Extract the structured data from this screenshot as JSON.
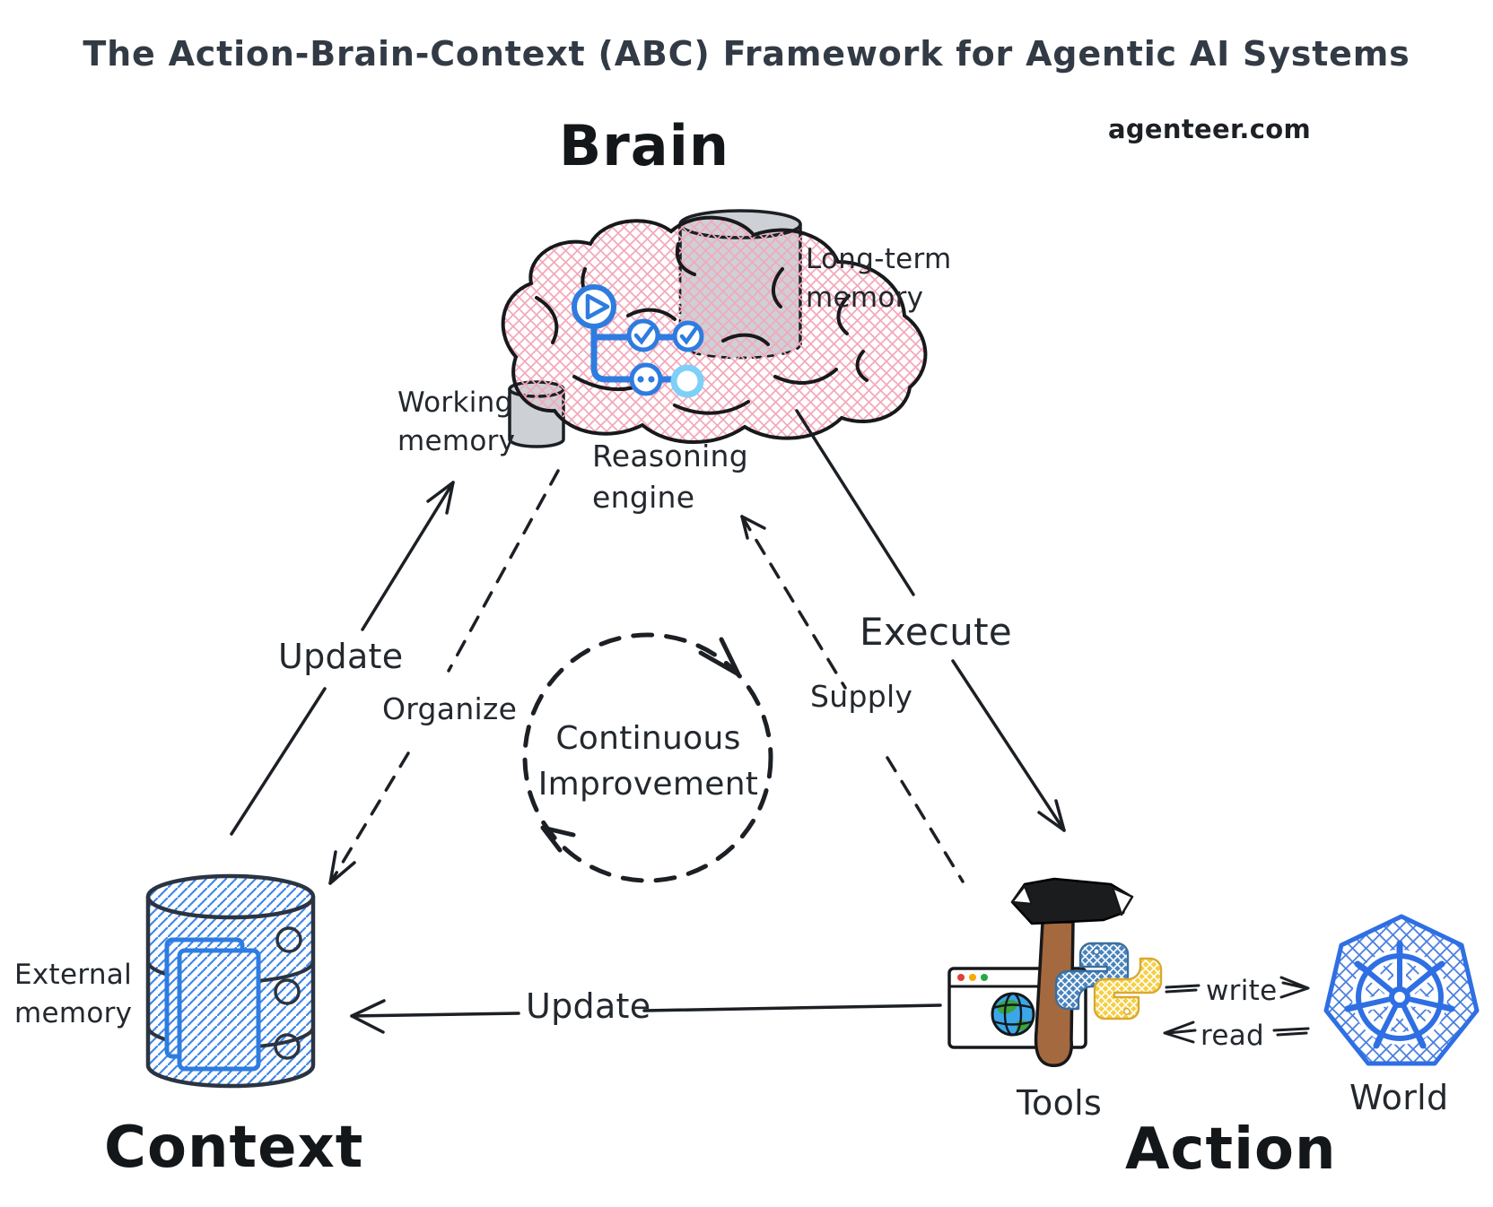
{
  "title": "The Action-Brain-Context (ABC) Framework for Agentic AI Systems",
  "watermark": "agenteer.com",
  "nodes": {
    "brain": {
      "heading": "Brain",
      "long_term_memory": "Long-term\nmemory",
      "working_memory": "Working\nmemory",
      "reasoning_engine": "Reasoning\nengine"
    },
    "context": {
      "heading": "Context",
      "external_memory": "External\nmemory"
    },
    "action": {
      "heading": "Action",
      "tools_label": "Tools",
      "world_label": "World"
    }
  },
  "edges": {
    "update_context_to_brain": "Update",
    "organize_brain_to_context": "Organize",
    "execute_brain_to_action": "Execute",
    "supply_action_to_brain": "Supply",
    "update_action_to_context": "Update",
    "write_tools_to_world": "write",
    "read_world_to_tools": "read"
  },
  "center_loop": "Continuous\nImprovement",
  "colors": {
    "ink": "#1c2025",
    "brain_hatch_pink": "#f3a8ba",
    "flow_blue": "#2e7ce0",
    "flow_light_blue": "#7dd0f7",
    "context_blue": "#3f87ea",
    "context_outline": "#2b3442",
    "world_blue": "#2f6fe4",
    "cylinder_gray": "#cdd1d6",
    "python_blue": "#4b84bd",
    "python_yellow": "#f6cf43",
    "hammer_handle_brown": "#a4693f",
    "hammer_head_black": "#1b1c1e",
    "browser_dot_red": "#e23f36",
    "browser_dot_yellow": "#f6a900",
    "browser_dot_green": "#27a845",
    "globe_blue": "#3ba7e8",
    "globe_green": "#3fa23f"
  }
}
